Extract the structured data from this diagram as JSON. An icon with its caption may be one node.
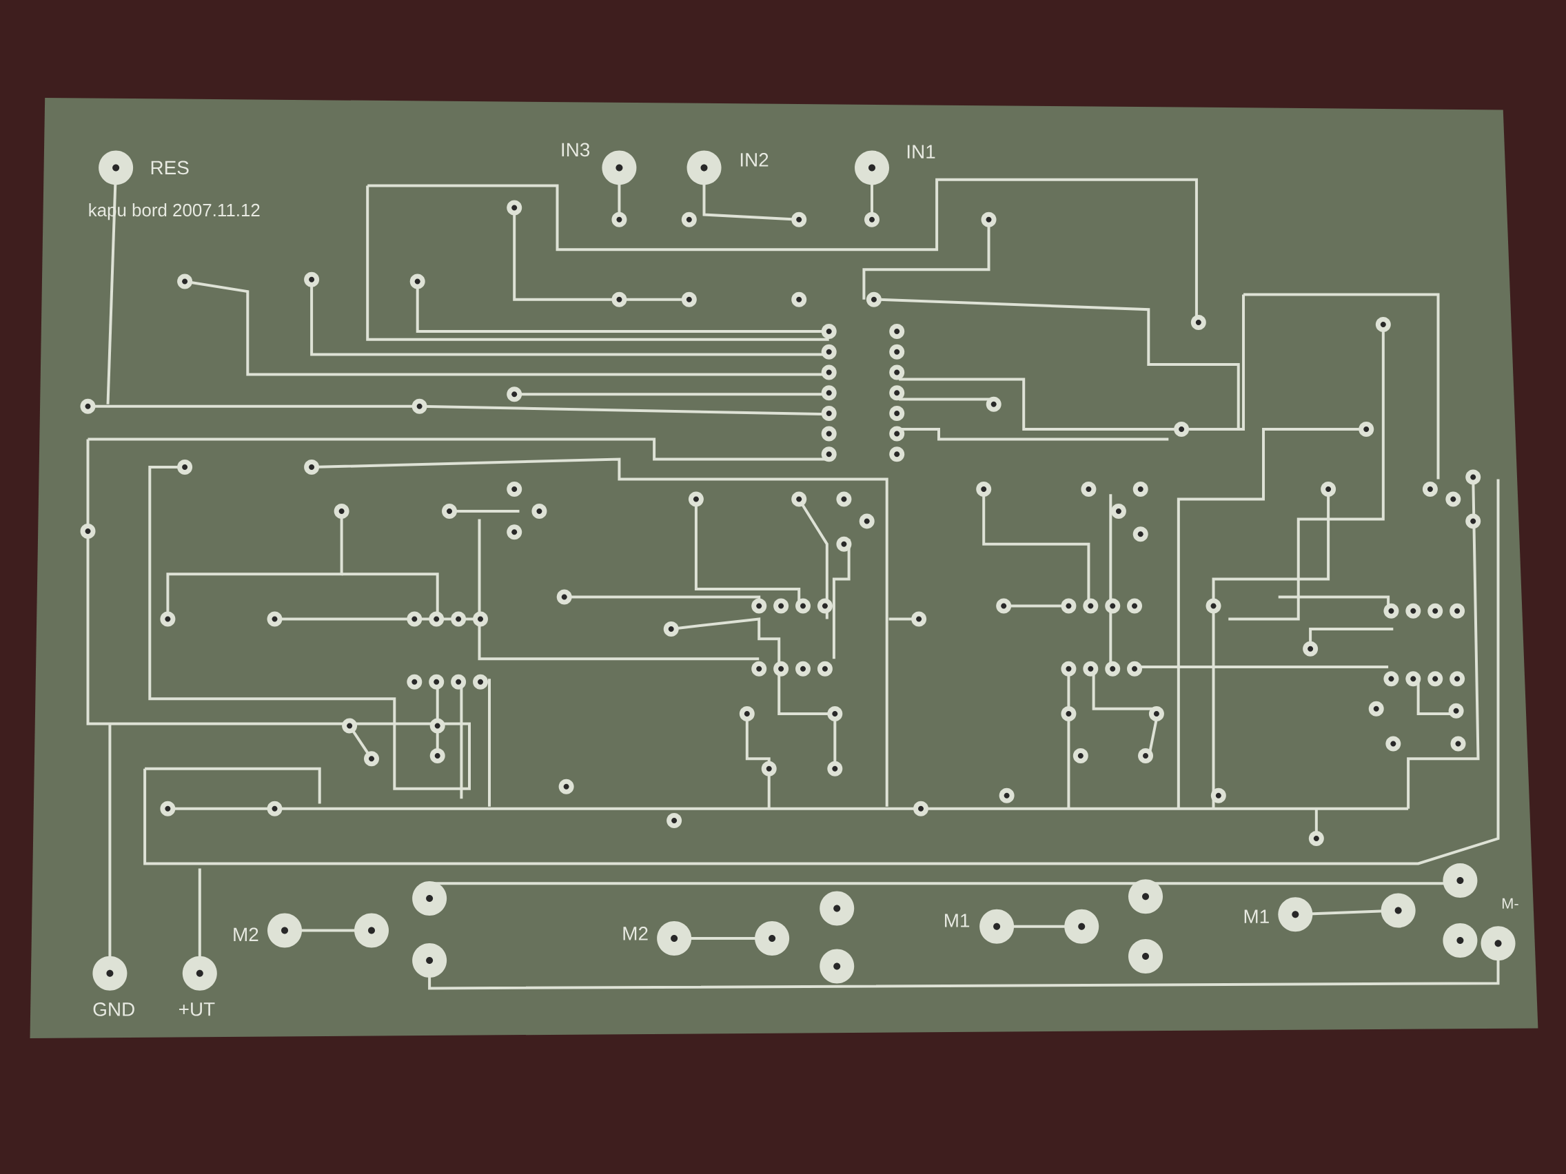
{
  "diagram": {
    "labels": [
      "RES",
      "kapu bord 2007.11.12",
      "IN3",
      "IN2",
      "IN1",
      "M2",
      "M2",
      "M1",
      "M1",
      "M-",
      "GND",
      "+UT"
    ]
  }
}
